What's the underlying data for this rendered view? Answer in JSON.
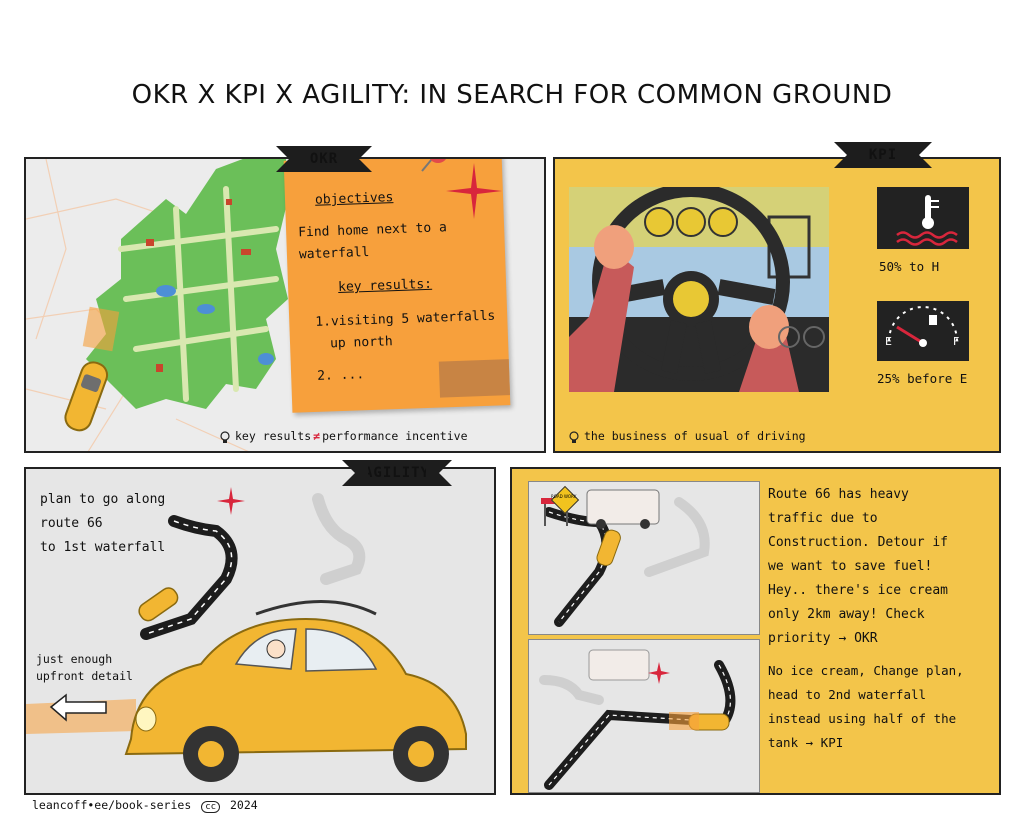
{
  "title": "OKR X KPI X AGILITY: IN SEARCH FOR COMMON GROUND",
  "okr": {
    "banner": "OKR",
    "objectives_heading": "objectives",
    "objective_text_1": "Find home next to a",
    "objective_text_2": "waterfall",
    "key_results_heading": "key results:",
    "kr_1a": "1.visiting 5 waterfalls",
    "kr_1b": "up north",
    "kr_2": "2. ...",
    "caption_prefix": "key results",
    "caption_symbol": "≠",
    "caption_suffix": "performance incentive"
  },
  "kpi": {
    "banner": "KPI",
    "temp_label": "50% to H",
    "fuel_label": "25% before E",
    "fuel_e": "E",
    "fuel_f": "F",
    "caption": "the business of usual of driving"
  },
  "agility": {
    "banner": "AGILITY",
    "plan_1": "plan to go along",
    "plan_2": "route 66",
    "plan_3": "to 1st waterfall",
    "upfront_1": "just enough",
    "upfront_2": "upfront detail"
  },
  "detour": {
    "sign_text": "ROAD WORK",
    "text_1": [
      "Route 66 has heavy",
      "traffic due to",
      "Construction. Detour if",
      "we want to save fuel!",
      "Hey.. there's ice cream",
      "only 2km away! Check",
      "priority → OKR"
    ],
    "text_2": [
      "No ice cream, Change plan,",
      "head to 2nd waterfall",
      "instead using half of the",
      "tank → KPI"
    ]
  },
  "footer": {
    "credit": "leancoff•ee/book-series",
    "cc": "cc",
    "year": "2024"
  },
  "colors": {
    "orange_note": "#f7a03c",
    "yellow_panel": "#f3c54a",
    "grey_panel": "#e6e6e6",
    "map_green": "#6bbf59",
    "car_yellow": "#f2b632",
    "dashboard_blue": "#a9c9e2",
    "spark_red": "#d8263c"
  }
}
